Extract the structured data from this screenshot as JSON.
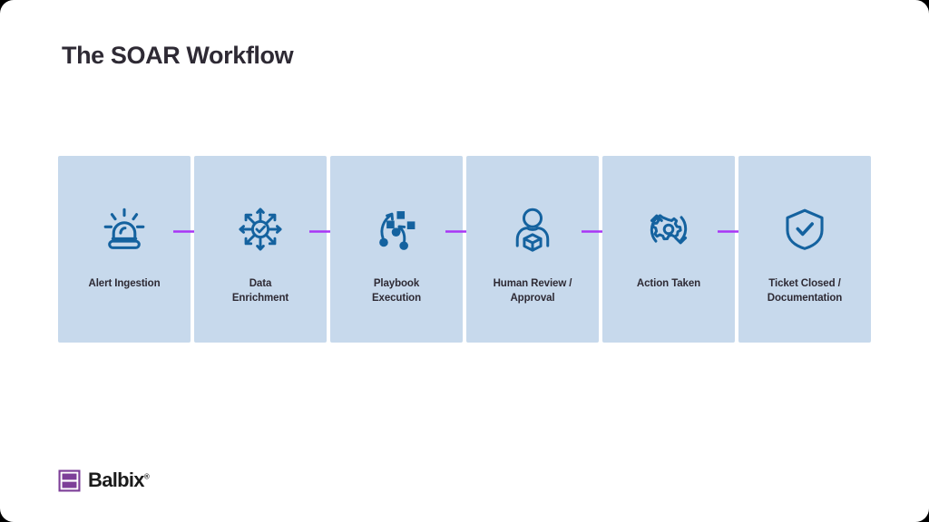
{
  "slide": {
    "title": "The SOAR Workflow",
    "background": "#ffffff",
    "outer_background": "#000000"
  },
  "colors": {
    "card_background": "#c7d9ec",
    "icon_blue": "#14629f",
    "arrow_purple": "#a935f5",
    "title_text": "#2e2a34",
    "label_text": "#2e2a34",
    "logo_purple": "#7d3f98"
  },
  "workflow": {
    "steps": [
      {
        "label": "Alert Ingestion",
        "icon": "siren-icon",
        "order": 1
      },
      {
        "label": "Data\nEnrichment",
        "icon": "data-enrichment-icon",
        "order": 2
      },
      {
        "label": "Playbook\nExecution",
        "icon": "playbook-icon",
        "order": 3
      },
      {
        "label": "Human Review /\nApproval",
        "icon": "human-review-icon",
        "order": 4
      },
      {
        "label": "Action Taken",
        "icon": "gear-refresh-icon",
        "order": 5
      },
      {
        "label": "Ticket Closed /\nDocumentation",
        "icon": "shield-check-icon",
        "order": 6
      }
    ],
    "connector_count": 5,
    "connector_icon": "arrow-right-icon"
  },
  "logo": {
    "name": "Balbix",
    "trademark": "®",
    "mark_icon": "balbix-logo-mark"
  }
}
